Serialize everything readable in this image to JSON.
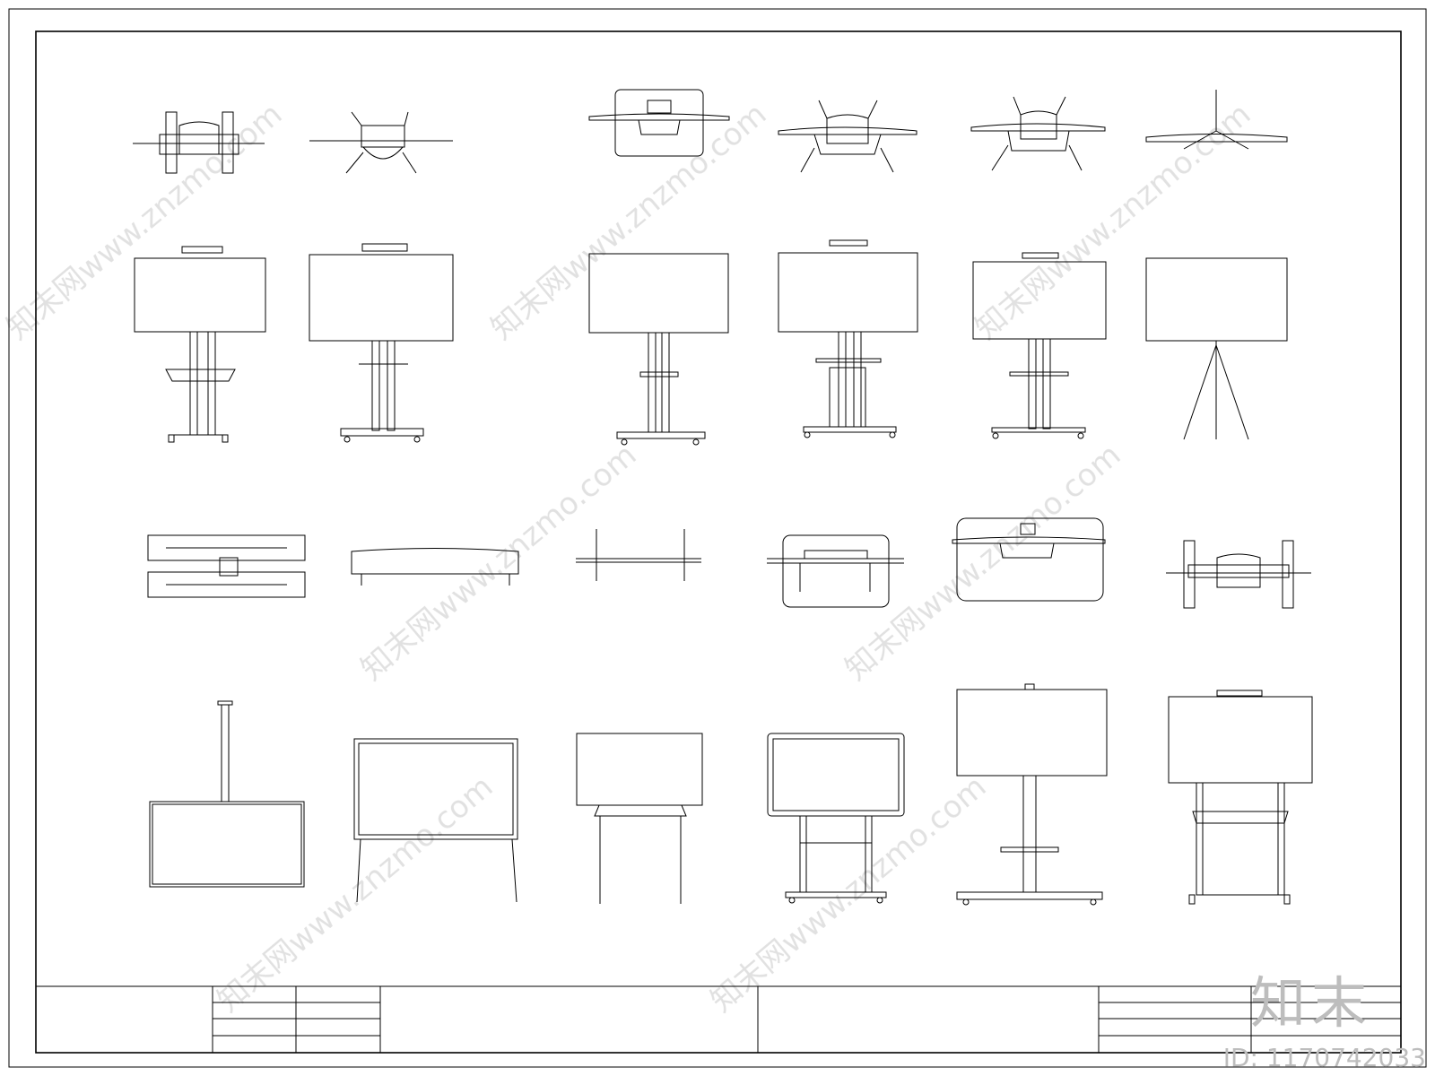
{
  "watermark": {
    "text": "知末网www.znzmo.com",
    "brand": "知末",
    "id_label": "ID: 1170742033"
  },
  "colors": {
    "line": "#000000",
    "watermark": "#bdbdbd"
  },
  "rows": [
    {
      "name": "top-views",
      "count": 6
    },
    {
      "name": "front-views-floor-stands",
      "count": 6
    },
    {
      "name": "top-views-second-set",
      "count": 6
    },
    {
      "name": "front-views-second-set",
      "count": 6
    }
  ]
}
